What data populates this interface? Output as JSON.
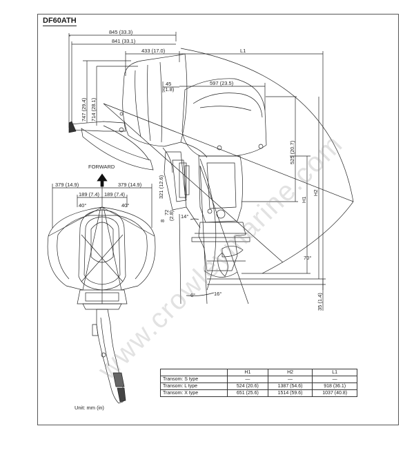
{
  "model": "DF60ATH",
  "forward_label": "FORWARD",
  "unit_note": "Unit: mm (in)",
  "watermark": "www.crowleymarine.com",
  "dimensions": {
    "top_845": "845 (33.3)",
    "top_841": "841 (33.1)",
    "top_433": "433 (17.0)",
    "top_l1": "L1",
    "d45a": "45",
    "d45b": "(1.8)",
    "d597": "597 (23.5)",
    "v747": "747 (29.4)",
    "v714": "714 (28.1)",
    "v525": "525 (20.7)",
    "v_h1": "H1",
    "v_h2": "H2",
    "v35": "35 (1.4)",
    "v321": "321 (12.6)",
    "v72a": "72",
    "v72b": "(2.8)",
    "v_small": "8",
    "a14": "14°",
    "a70": "70°",
    "a16": "16°",
    "a6": "6°",
    "w379l": "379 (14.9)",
    "w379r": "379 (14.9)",
    "w189l": "189 (7.4)",
    "w189r": "189 (7.4)",
    "a40l": "40°",
    "a40r": "40°"
  },
  "table": {
    "headers": [
      "",
      "H1",
      "H2",
      "L1"
    ],
    "rows": [
      {
        "label": "Transom: S type",
        "h1": "—",
        "h2": "—",
        "l1": "—"
      },
      {
        "label": "Transom: L type",
        "h1": "524 (20.6)",
        "h2": "1387 (54.6)",
        "l1": "918 (36.1)"
      },
      {
        "label": "Transom: X type",
        "h1": "651 (25.6)",
        "h2": "1514 (59.6)",
        "l1": "1037 (40.8)"
      }
    ]
  }
}
